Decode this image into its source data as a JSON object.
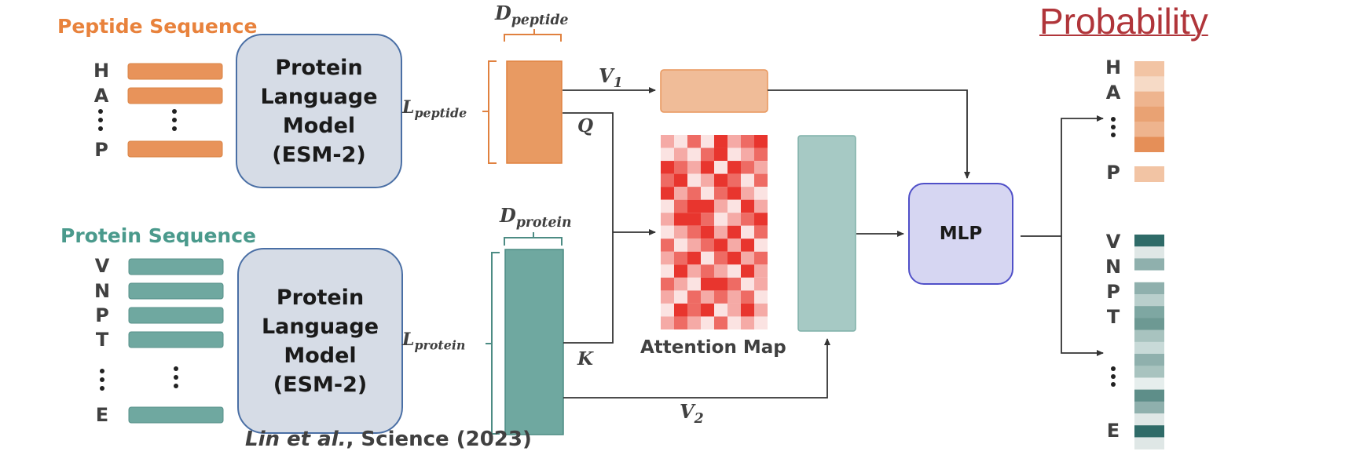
{
  "peptide": {
    "title": "Peptide Sequence",
    "letters": [
      "H",
      "A",
      "P"
    ],
    "color": "#e8935a"
  },
  "protein": {
    "title": "Protein Sequence",
    "letters": [
      "V",
      "N",
      "P",
      "T",
      "E"
    ],
    "color": "#6fa8a0"
  },
  "plm_top": {
    "line1": "Protein",
    "line2": "Language",
    "line3": "Model",
    "line4": "(ESM-2)"
  },
  "plm_bottom": {
    "line1": "Protein",
    "line2": "Language",
    "line3": "Model",
    "line4": "(ESM-2)"
  },
  "labels": {
    "d_peptide_base": "D",
    "d_peptide_sub": "peptide",
    "l_peptide_base": "L",
    "l_peptide_sub": "peptide",
    "d_protein_base": "D",
    "d_protein_sub": "protein",
    "l_protein_base": "L",
    "l_protein_sub": "protein",
    "v1_base": "V",
    "v1_sub": "1",
    "v2_base": "V",
    "v2_sub": "2",
    "q": "Q",
    "k": "K"
  },
  "attention": {
    "label": "Attention Map",
    "rows": 15,
    "cols": 8,
    "intensity": [
      [
        2,
        1,
        3,
        1,
        4,
        2,
        3,
        4
      ],
      [
        1,
        2,
        1,
        3,
        4,
        1,
        2,
        3
      ],
      [
        4,
        3,
        2,
        4,
        1,
        4,
        3,
        2
      ],
      [
        3,
        4,
        1,
        2,
        4,
        3,
        1,
        3
      ],
      [
        4,
        2,
        3,
        1,
        3,
        4,
        2,
        1
      ],
      [
        1,
        3,
        4,
        4,
        2,
        1,
        4,
        2
      ],
      [
        2,
        4,
        4,
        3,
        1,
        2,
        3,
        4
      ],
      [
        1,
        2,
        3,
        4,
        2,
        4,
        1,
        3
      ],
      [
        3,
        1,
        2,
        3,
        4,
        2,
        4,
        1
      ],
      [
        2,
        3,
        4,
        1,
        3,
        4,
        2,
        3
      ],
      [
        1,
        4,
        2,
        3,
        2,
        1,
        4,
        2
      ],
      [
        3,
        2,
        1,
        4,
        4,
        3,
        1,
        2
      ],
      [
        2,
        1,
        3,
        2,
        3,
        2,
        3,
        1
      ],
      [
        1,
        4,
        3,
        4,
        1,
        2,
        4,
        2
      ],
      [
        2,
        3,
        2,
        1,
        3,
        1,
        2,
        1
      ]
    ],
    "color": "#e8352e"
  },
  "mlp": {
    "label": "MLP"
  },
  "probability": {
    "title": "Probability",
    "peptide_letters": [
      "H",
      "A",
      "P"
    ],
    "protein_letters": [
      "V",
      "N",
      "P",
      "T",
      "E"
    ],
    "peptide_bar_color": "#e8935a",
    "protein_bar_color": "#2f6b68"
  },
  "citation": {
    "authors": "Lin et al.",
    "rest": ", Science (2023)"
  },
  "colors": {
    "peptide_title": "#e8823c",
    "protein_title": "#4a9a8c",
    "peptide_matrix": "#e89a62",
    "peptide_matrix_border": "#e0813f",
    "protein_matrix": "#6fa8a0",
    "protein_matrix_border": "#4d8c84",
    "v1_box": "#f0bc98",
    "v1_box_border": "#e8955a",
    "value_box": "#a6c9c4",
    "value_box_border": "#7fb0a8",
    "arrow": "#333333"
  }
}
